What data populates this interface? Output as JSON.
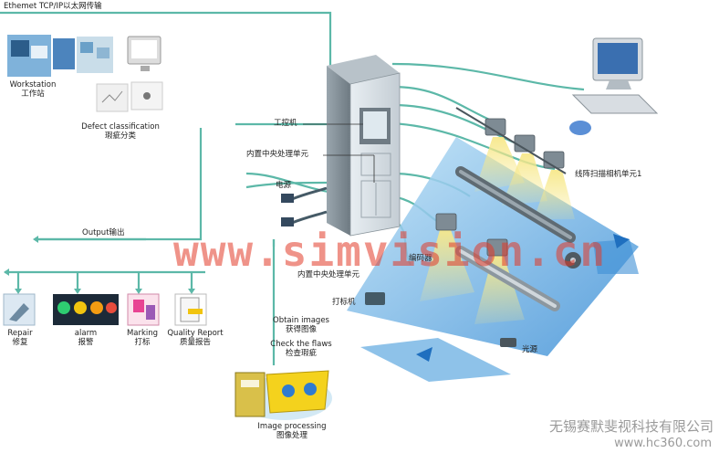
{
  "network_label": "Ethemet TCP/IP以太网传输",
  "workstation": {
    "en": "Workstation",
    "zh": "工作站"
  },
  "defect_classification": {
    "en": "Defect classification",
    "zh": "瑕疵分类"
  },
  "ipc_label": "工控机",
  "cpu_label_top": "内置中央处理单元",
  "power_label": "电源",
  "output_label": "Output输出",
  "cpu_label_bottom": "内置中央处理单元",
  "camera_unit_label": "线阵扫描相机单元1",
  "encoder_label": "编码器",
  "marker_label": "打标机",
  "light_label": "光源",
  "outputs": [
    {
      "en": "Repair",
      "zh": "修复"
    },
    {
      "en": "alarm",
      "zh": "报警"
    },
    {
      "en": "Marking",
      "zh": "打标"
    },
    {
      "en": "Quality Report",
      "zh": "质量报告"
    }
  ],
  "obtain": {
    "en": "Obtain images",
    "zh": "获得图像"
  },
  "check": {
    "en": "Check the flaws",
    "zh": "检查瑕疵"
  },
  "image_processing": {
    "en": "Image processing",
    "zh": "图像处理"
  },
  "watermark": "www.simvision.cn",
  "company": "无锡赛默斐视科技有限公司",
  "site": "www.hc360.com",
  "colors": {
    "line": "#5cb8a8",
    "web": "#4fa3dc",
    "light": "#f5e27a",
    "alarm_red": "#e74c3c"
  }
}
